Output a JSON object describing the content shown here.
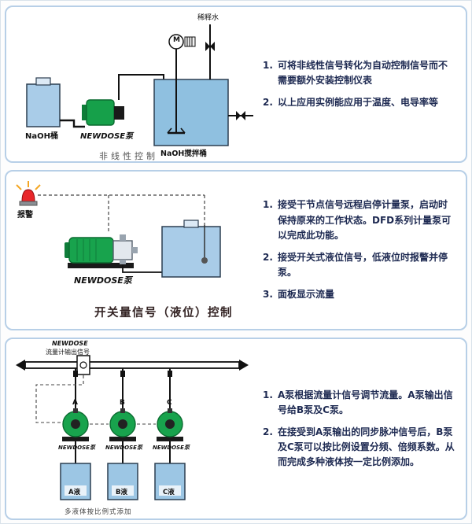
{
  "panel1": {
    "caption": "非线性控制",
    "labels": {
      "small_tank": "NaOH桶",
      "pump": "NEWDOSE泵",
      "mix_tank": "NaOH搅拌桶",
      "motor": "M",
      "dilution_water": "稀释水"
    },
    "notes": [
      {
        "num": "1.",
        "text": "可将非线性信号转化为自动控制信号而不需要额外安装控制仪表"
      },
      {
        "num": "2.",
        "text": "以上应用实例能应用于温度、电导率等"
      }
    ]
  },
  "panel2": {
    "caption": "开关量信号（液位）控制",
    "labels": {
      "alarm": "报警",
      "pump": "NEWDOSE泵"
    },
    "notes": [
      {
        "num": "1.",
        "text": "接受干节点信号远程启停计量泵，启动时保持原来的工作状态。DFD系列计量泵可以完成此功能。"
      },
      {
        "num": "2.",
        "text": "接受开关式液位信号，低液位时报警并停泵。"
      },
      {
        "num": "3.",
        "text": "面板显示流量"
      }
    ]
  },
  "panel3": {
    "caption": "多液体按比例式添加",
    "labels": {
      "brand": "NEWDOSE",
      "flow_signal": "流量计输出信号",
      "pump_a": "A",
      "pump_b": "B",
      "pump_c": "C",
      "pump_a_name": "NEWDOSE泵",
      "pump_b_name": "NEWDOSE泵",
      "pump_c_name": "NEWDOSE泵",
      "tank_a": "A液",
      "tank_b": "B液",
      "tank_c": "C液"
    },
    "notes": [
      {
        "num": "1.",
        "text": "A泵根据流量计信号调节流量。A泵输出信号给B泵及C泵。"
      },
      {
        "num": "2.",
        "text": "在接受到A泵输出的同步脉冲信号后，B泵及C泵可以按比例设置分频、倍频系数。从而完成多种液体按一定比例添加。"
      }
    ]
  }
}
